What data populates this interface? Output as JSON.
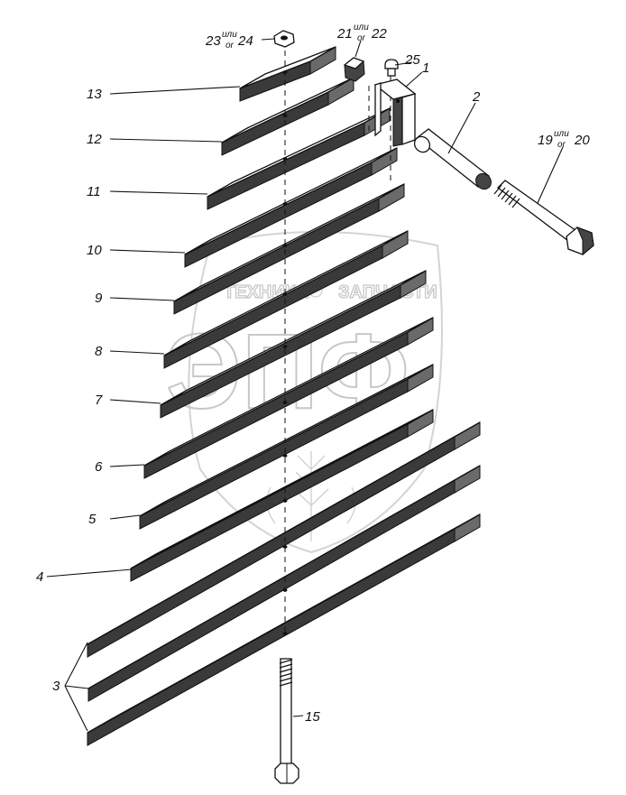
{
  "watermark": {
    "line1": "ТЕХНИКА",
    "line2": "ЗАПЧАСТИ",
    "logo": "ЭПФ"
  },
  "labels": {
    "p13": "13",
    "p12": "12",
    "p11": "11",
    "p10": "10",
    "p9": "9",
    "p8": "8",
    "p7": "7",
    "p6": "6",
    "p5": "5",
    "p4": "4",
    "p3": "3",
    "p2": "2",
    "p1": "1",
    "p15": "15",
    "p25": "25",
    "p23_main": "23",
    "p23_alt": "24",
    "p21_main": "21",
    "p21_alt": "22",
    "p19_main": "19",
    "p19_alt": "20",
    "sup_upper": "или",
    "sup_lower": "or"
  }
}
